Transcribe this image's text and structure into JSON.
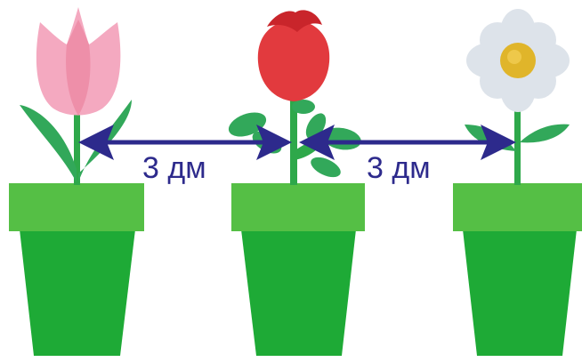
{
  "distances": {
    "left": "3 дм",
    "right": "3 дм"
  },
  "colors": {
    "pot_rim": "#55bf45",
    "pot_body": "#1eaa36",
    "stem": "#2ea84a",
    "leaf": "#32a85a",
    "arrow": "#2d2a8c",
    "tulip": "#f4a9c0",
    "rose": "#e23a3e",
    "daisy_petal": "#dde3ea",
    "daisy_center": "#e0b52a"
  },
  "flowers": [
    "tulip",
    "rose",
    "daisy"
  ]
}
